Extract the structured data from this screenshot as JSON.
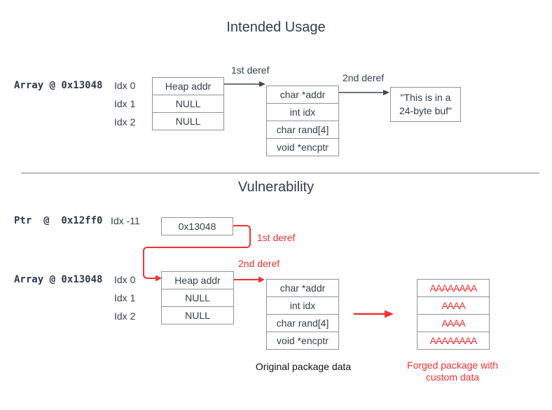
{
  "colors": {
    "text_dark": "#32404f",
    "red_accent": "#ee3333",
    "border_gray": "#8f9499",
    "divider_gray": "#b9bdc1",
    "caption_black": "#111111"
  },
  "intended": {
    "title": "Intended Usage",
    "array_label": "Array @ 0x13048",
    "idx_labels": [
      "Idx 0",
      "Idx 1",
      "Idx 2"
    ],
    "array_rows": [
      "Heap addr",
      "NULL",
      "NULL"
    ],
    "deref1_label": "1st deref",
    "deref2_label": "2nd deref",
    "struct_rows": [
      "char *addr",
      "int idx",
      "char rand[4]",
      "void *encptr"
    ],
    "buffer_lines": [
      "\"This is in a",
      "24-byte buf\""
    ]
  },
  "vulnerability": {
    "title": "Vulnerability",
    "ptr_label": "Ptr  @  0x12ff0",
    "ptr_idx_label": "Idx -11",
    "ptr_value": "0x13048",
    "deref1_label": "1st deref",
    "deref2_label": "2nd deref",
    "array_label": "Array @ 0x13048",
    "idx_labels": [
      "Idx 0",
      "Idx 1",
      "Idx 2"
    ],
    "array_rows": [
      "Heap addr",
      "NULL",
      "NULL"
    ],
    "struct_rows": [
      "char *addr",
      "int idx",
      "char rand[4]",
      "void *encptr"
    ],
    "original_caption": "Original package data",
    "forged_rows": [
      "AAAAAAAA",
      "AAAA",
      "AAAA",
      "AAAAAAAA"
    ],
    "forged_caption_lines": [
      "Forged package with",
      "custom data"
    ]
  }
}
